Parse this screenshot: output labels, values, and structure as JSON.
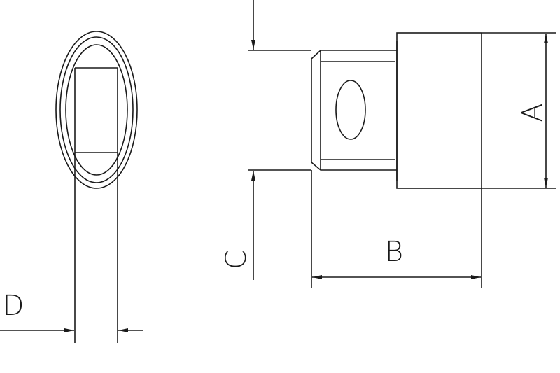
{
  "labels": {
    "A": "A",
    "B": "B",
    "C": "C",
    "D": "D"
  },
  "colors": {
    "line": "#1a1a1a",
    "background": "#ffffff"
  }
}
